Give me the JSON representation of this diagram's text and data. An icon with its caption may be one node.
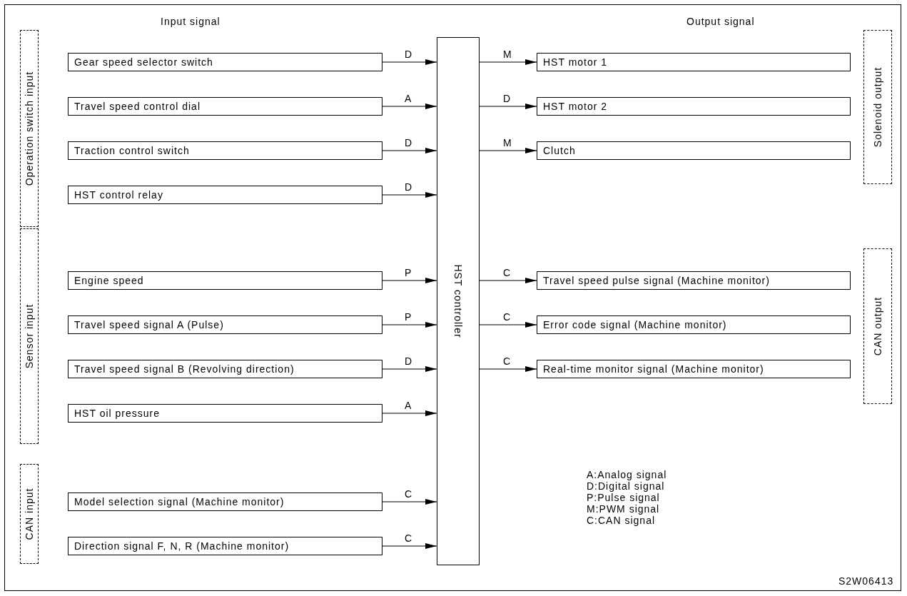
{
  "diagram": {
    "nodes": [
      {
        "text": [
          "Operation switch input"
        ]
      },
      {
        "text": [
          "Gear speed selector switch"
        ]
      },
      {
        "text": [
          "Travel speed control dial"
        ]
      },
      {
        "text": [
          "Traction control switch"
        ]
      },
      {
        "text": [
          "HST control relay"
        ]
      },
      {
        "text": [
          "Sensor input"
        ]
      },
      {
        "text": [
          "Engine speed"
        ]
      },
      {
        "text": [
          "Travel speed signal A (Pulse)"
        ]
      },
      {
        "text": [
          "Travel speed signal B (Revolving direction)"
        ]
      },
      {
        "text": [
          "HST oil pressure"
        ]
      },
      {
        "text": [
          "CAN input"
        ]
      },
      {
        "text": [
          "Model selection signal (Machine monitor)"
        ]
      },
      {
        "text": [
          "Direction signal F, N, R (Machine monitor)"
        ]
      },
      {
        "text": [
          "HST controller"
        ]
      },
      {
        "text": [
          "Solenoid output"
        ]
      },
      {
        "text": [
          "HST motor 1"
        ]
      },
      {
        "text": [
          "HST motor 2"
        ]
      },
      {
        "text": [
          "Clutch"
        ]
      },
      {
        "text": [
          "CAN output"
        ]
      },
      {
        "text": [
          "Travel speed pulse signal (Machine monitor)"
        ]
      },
      {
        "text": [
          "Error code signal (Machine monitor)"
        ]
      },
      {
        "text": [
          "Real-time monitor signal (Machine monitor)"
        ]
      }
    ],
    "edges": [
      {
        "from": 1,
        "to": 13,
        "arrow": "to",
        "label": "D"
      },
      {
        "from": 2,
        "to": 13,
        "arrow": "to",
        "label": "A"
      },
      {
        "from": 3,
        "to": 13,
        "arrow": "to",
        "label": "D"
      },
      {
        "from": 4,
        "to": 13,
        "arrow": "to",
        "label": "D"
      },
      {
        "from": 6,
        "to": 13,
        "arrow": "to",
        "label": "P"
      },
      {
        "from": 7,
        "to": 13,
        "arrow": "to",
        "label": "P"
      },
      {
        "from": 8,
        "to": 13,
        "arrow": "to",
        "label": "D"
      },
      {
        "from": 9,
        "to": 13,
        "arrow": "to",
        "label": "A"
      },
      {
        "from": 11,
        "to": 13,
        "arrow": "to",
        "label": "C"
      },
      {
        "from": 12,
        "to": 13,
        "arrow": "to",
        "label": "C"
      },
      {
        "from": 13,
        "to": 15,
        "arrow": "to",
        "label": "M"
      },
      {
        "from": 13,
        "to": 16,
        "arrow": "to",
        "label": "D"
      },
      {
        "from": 13,
        "to": 17,
        "arrow": "to",
        "label": "M"
      },
      {
        "from": 13,
        "to": 19,
        "arrow": "to",
        "label": "C"
      },
      {
        "from": 13,
        "to": 20,
        "arrow": "to",
        "label": "C"
      },
      {
        "from": 13,
        "to": 21,
        "arrow": "to",
        "label": "C"
      }
    ],
    "labels": [
      "Input signal",
      "Output signal",
      "A:Analog signal",
      "D:Digital signal",
      "P:Pulse signal",
      "M:PWM signal",
      "C:CAN signal",
      "S2W06413"
    ]
  }
}
